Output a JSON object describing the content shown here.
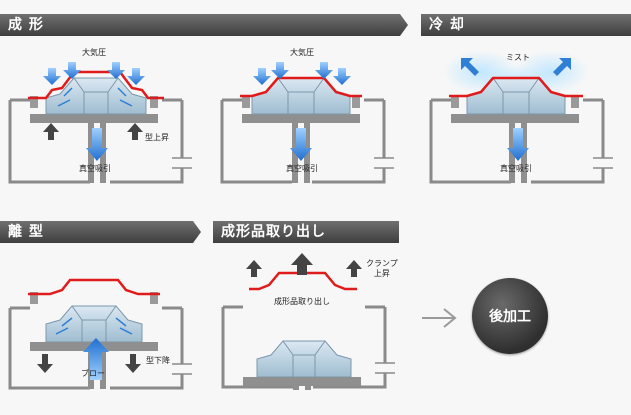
{
  "banners": {
    "forming": "成 形",
    "cooling": "冷 却",
    "release": "離 型",
    "removal": "成形品取り出し"
  },
  "labels": {
    "atmospheric_pressure": "大気圧",
    "vacuum_suction": "真空吸引",
    "mold_up": "型上昇",
    "mist": "ミスト",
    "blow": "ブロー",
    "mold_down": "型下降",
    "product_removal": "成形品取り出し",
    "clamp_up_line1": "クランプ",
    "clamp_up_line2": "上昇"
  },
  "post_process": "後加工",
  "colors": {
    "banner": "#4a4a4a",
    "sheet": "#e01b1b",
    "mold": "#b6cddd",
    "arrow_blue": "#2f7fd6",
    "arrow_dark": "#444444",
    "frame": "#8a8a8a",
    "circle": "#3a3a3a"
  },
  "icons": {
    "next_step": "arrow-right-icon"
  }
}
